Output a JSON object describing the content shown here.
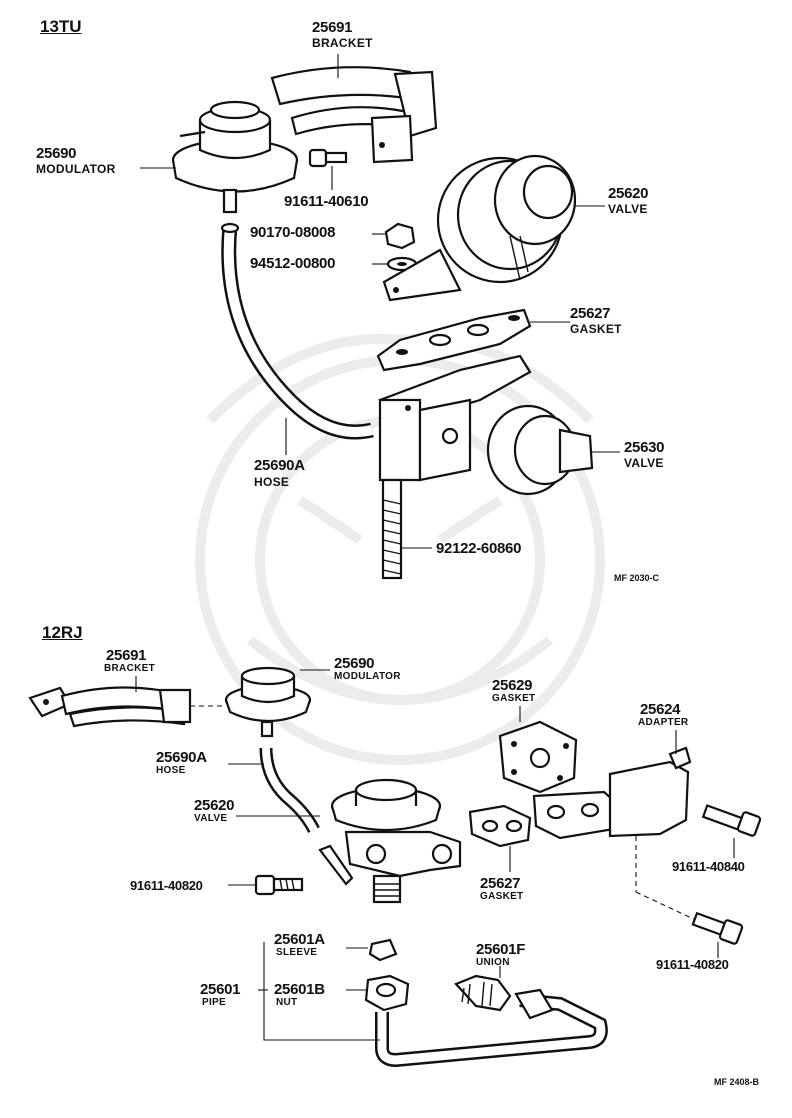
{
  "sections": {
    "top": {
      "heading": "13TU",
      "callouts": {
        "bracket": {
          "number": "25691",
          "name": "BRACKET"
        },
        "modulator": {
          "number": "25690",
          "name": "MODULATOR"
        },
        "bolt": {
          "number": "91611-40610"
        },
        "valve": {
          "number": "25620",
          "name": "VALVE"
        },
        "nut": {
          "number": "90170-08008"
        },
        "washer": {
          "number": "94512-00800"
        },
        "gasket": {
          "number": "25627",
          "name": "GASKET"
        },
        "valve2": {
          "number": "25630",
          "name": "VALVE"
        },
        "hose": {
          "number": "25690A",
          "name": "HOSE"
        },
        "stud": {
          "number": "92122-60860"
        }
      },
      "figure_code": "MF 2030-C"
    },
    "bottom": {
      "heading": "12RJ",
      "callouts": {
        "bracket": {
          "number": "25691",
          "name": "BRACKET"
        },
        "modulator": {
          "number": "25690",
          "name": "MODULATOR"
        },
        "gasket29": {
          "number": "25629",
          "name": "GASKET"
        },
        "adapter": {
          "number": "25624",
          "name": "ADAPTER"
        },
        "hose": {
          "number": "25690A",
          "name": "HOSE"
        },
        "valve": {
          "number": "25620",
          "name": "VALVE"
        },
        "bolt40820a": {
          "number": "91611-40820"
        },
        "bolt40840": {
          "number": "91611-40840"
        },
        "gasket27": {
          "number": "25627",
          "name": "GASKET"
        },
        "bolt40820b": {
          "number": "91611-40820"
        },
        "sleeve": {
          "number": "25601A",
          "name": "SLEEVE"
        },
        "union": {
          "number": "25601F",
          "name": "UNION"
        },
        "pipe": {
          "number": "25601",
          "name": "PIPE"
        },
        "nut": {
          "number": "25601B",
          "name": "NUT"
        }
      },
      "figure_code": "MF 2408-B"
    }
  }
}
